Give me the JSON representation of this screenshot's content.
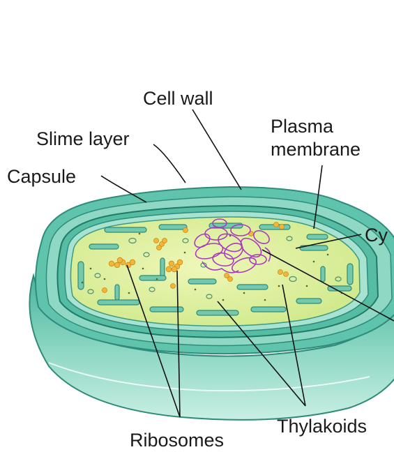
{
  "labels": {
    "cell_wall": "Cell wall",
    "slime_layer": "Slime layer",
    "capsule": "Capsule",
    "plasma_membrane_line1": "Plasma",
    "plasma_membrane_line2": "membrane",
    "cytoplasm_partial": "Cy",
    "ribosomes": "Ribosomes",
    "thylakoids": "Thylakoids"
  },
  "colors": {
    "capsule_teal": "#57c1a8",
    "capsule_light": "#bdeadc",
    "wall_dark": "#2e8c7c",
    "cytoplasm": "#dff0a0",
    "thylakoid": "#6cc6a8",
    "ribosome": "#f4b63a",
    "nucleoid": "#a83bbd"
  }
}
